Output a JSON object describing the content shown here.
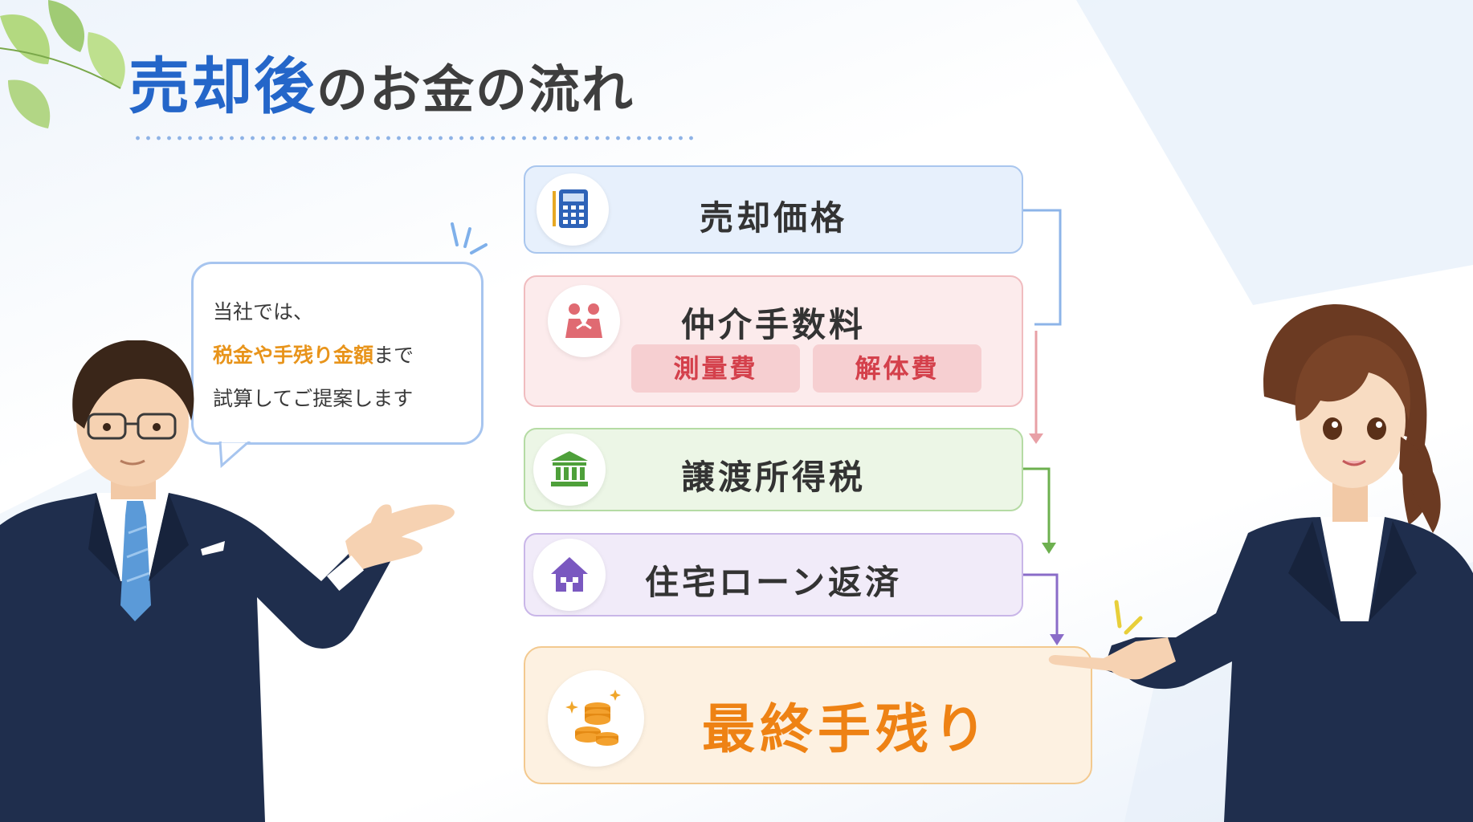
{
  "title": {
    "highlight": "売却後",
    "rest": "のお金の流れ"
  },
  "speech_bubble": {
    "line1": "当社では、",
    "line2_emphasis": "税金や手残り金額",
    "line2_rest": "まで",
    "line3": "試算してご提案します"
  },
  "flow": {
    "price": {
      "label": "売却価格",
      "icon": "calculator-icon",
      "color": "#2466c9"
    },
    "broker": {
      "label": "仲介手数料",
      "icon": "handshake-icon",
      "color": "#e06a72",
      "sub_items": [
        "測量費",
        "解体費"
      ]
    },
    "tax": {
      "label": "譲渡所得税",
      "icon": "bank-icon",
      "color": "#4ea03a"
    },
    "loan": {
      "label": "住宅ローン返済",
      "icon": "house-icon",
      "color": "#7a58c0"
    },
    "final": {
      "label": "最終手残り",
      "icon": "coins-icon",
      "color": "#ee8214"
    }
  },
  "illustrations": {
    "left_person": "businessman-illustration",
    "right_person": "businesswoman-illustration",
    "decoration": "leaves-decoration"
  }
}
